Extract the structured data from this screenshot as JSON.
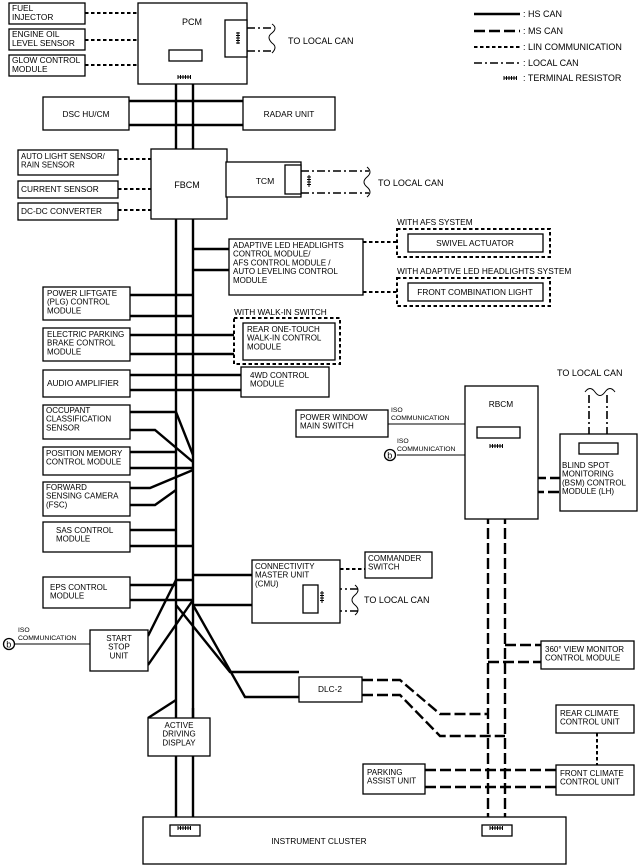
{
  "legend": [
    {
      "label": ": HS CAN",
      "line": "hs"
    },
    {
      "label": ": MS CAN",
      "line": "ms"
    },
    {
      "label": ": LIN COMMUNICATION",
      "line": "lin"
    },
    {
      "label": ": LOCAL CAN",
      "line": "loc"
    },
    {
      "label": ": TERMINAL RESISTOR",
      "line": "res"
    }
  ],
  "modules": [
    {
      "id": "fuel_inj",
      "lines": [
        "FUEL",
        "INJECTOR"
      ]
    },
    {
      "id": "eng_oil",
      "lines": [
        "ENGINE OIL",
        "LEVEL SENSOR"
      ]
    },
    {
      "id": "glow",
      "lines": [
        "GLOW CONTROL",
        "MODULE"
      ]
    },
    {
      "id": "pcm",
      "lines": [
        "PCM"
      ]
    },
    {
      "id": "dsc",
      "lines": [
        "DSC HU/CM"
      ]
    },
    {
      "id": "radar",
      "lines": [
        "RADAR UNIT"
      ]
    },
    {
      "id": "auto_light",
      "lines": [
        "AUTO LIGHT SENSOR/",
        "RAIN SENSOR"
      ]
    },
    {
      "id": "current",
      "lines": [
        "CURRENT SENSOR"
      ]
    },
    {
      "id": "dcdc",
      "lines": [
        "DC-DC CONVERTER"
      ]
    },
    {
      "id": "fbcm",
      "lines": [
        "FBCM"
      ]
    },
    {
      "id": "tcm",
      "lines": [
        "TCM"
      ]
    },
    {
      "id": "headlight",
      "lines": [
        "ADAPTIVE LED HEADLIGHTS",
        "CONTROL MODULE/",
        "AFS CONTROL MODULE /",
        "AUTO LEVELING CONTROL",
        "MODULE"
      ]
    },
    {
      "id": "swivel",
      "lines": [
        "SWIVEL ACTUATOR"
      ]
    },
    {
      "id": "front_comb",
      "lines": [
        "FRONT COMBINATION LIGHT"
      ]
    },
    {
      "id": "plg",
      "lines": [
        "POWER LIFTGATE",
        "(PLG) CONTROL",
        "MODULE"
      ]
    },
    {
      "id": "epb",
      "lines": [
        "ELECTRIC PARKING",
        "BRAKE CONTROL",
        "MODULE"
      ]
    },
    {
      "id": "walkin",
      "lines": [
        "REAR ONE-TOUCH",
        "WALK-IN CONTROL",
        "MODULE"
      ]
    },
    {
      "id": "audio",
      "lines": [
        "AUDIO AMPLIFIER"
      ]
    },
    {
      "id": "4wd",
      "lines": [
        "4WD CONTROL",
        "MODULE"
      ]
    },
    {
      "id": "occupant",
      "lines": [
        "OCCUPANT",
        "CLASSIFICATION",
        "SENSOR"
      ]
    },
    {
      "id": "posmem",
      "lines": [
        "POSITION MEMORY",
        "CONTROL MODULE"
      ]
    },
    {
      "id": "fsc",
      "lines": [
        "FORWARD",
        "SENSING CAMERA",
        "(FSC)"
      ]
    },
    {
      "id": "sas",
      "lines": [
        "SAS CONTROL",
        "MODULE"
      ]
    },
    {
      "id": "eps",
      "lines": [
        "EPS CONTROL",
        "MODULE"
      ]
    },
    {
      "id": "cmu",
      "lines": [
        "CONNECTIVITY",
        "MASTER UNIT",
        "(CMU)"
      ]
    },
    {
      "id": "commander",
      "lines": [
        "COMMANDER",
        "SWITCH"
      ]
    },
    {
      "id": "startstop",
      "lines": [
        "START",
        "STOP",
        "UNIT"
      ]
    },
    {
      "id": "dlc2",
      "lines": [
        "DLC-2"
      ]
    },
    {
      "id": "add",
      "lines": [
        "ACTIVE",
        "DRIVING",
        "DISPLAY"
      ]
    },
    {
      "id": "pwms",
      "lines": [
        "POWER WINDOW",
        "MAIN SWITCH"
      ]
    },
    {
      "id": "rbcm",
      "lines": [
        "RBCM"
      ]
    },
    {
      "id": "bsm",
      "lines": [
        "BLIND SPOT",
        "MONITORING",
        "(BSM) CONTROL",
        "MODULE (LH)"
      ]
    },
    {
      "id": "view360",
      "lines": [
        "360° VIEW MONITOR",
        "CONTROL MODULE"
      ]
    },
    {
      "id": "rear_climate",
      "lines": [
        "REAR CLIMATE",
        "CONTROL UNIT"
      ]
    },
    {
      "id": "parking",
      "lines": [
        "PARKING",
        "ASSIST UNIT"
      ]
    },
    {
      "id": "front_climate",
      "lines": [
        "FRONT CLIMATE",
        "CONTROL UNIT"
      ]
    },
    {
      "id": "cluster",
      "lines": [
        "INSTRUMENT CLUSTER"
      ]
    }
  ],
  "labels": {
    "to_local_can_pcm": "TO LOCAL CAN",
    "to_local_can_tcm": "TO LOCAL CAN",
    "to_local_can_cmu": "TO LOCAL CAN",
    "to_local_can_bsm": "TO LOCAL CAN",
    "with_afs": "WITH AFS SYSTEM",
    "with_adaptive": "WITH ADAPTIVE LED HEADLIGHTS SYSTEM",
    "with_walkin": "WITH WALK-IN SWITCH",
    "iso_comm_1": "ISO",
    "iso_comm_1b": "COMMUNICATION",
    "iso_comm_2": "ISO",
    "iso_comm_2b": "COMMUNICATION",
    "iso_comm_3": "ISO",
    "iso_comm_3b": "COMMUNICATION",
    "marker_b": "b"
  }
}
